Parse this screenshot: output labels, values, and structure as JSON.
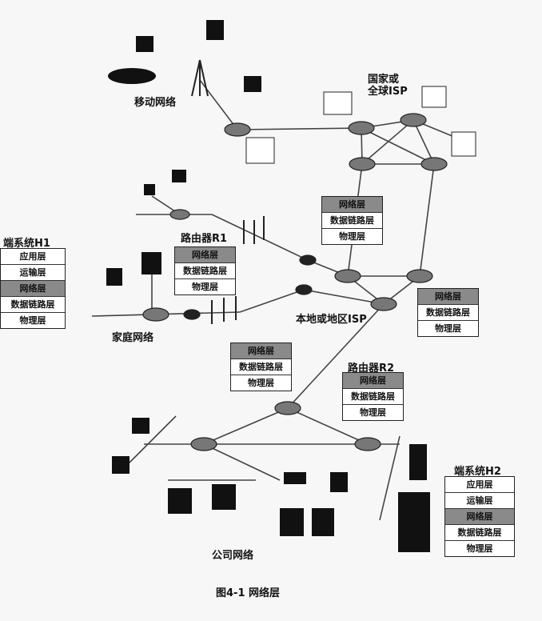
{
  "labels": {
    "mobile": "移动网络",
    "global_isp": "国家或\n全球ISP",
    "local_isp": "本地或地区ISP",
    "home": "家庭网络",
    "corporate": "公司网络",
    "router_r1": "路由器R1",
    "router_r2": "路由器R2",
    "host_h1": "端系统H1",
    "host_h2": "端系统H2"
  },
  "layers": {
    "application": "应用层",
    "transport": "运输层",
    "network": "网络层",
    "datalink": "数据链路层",
    "physical": "物理层"
  },
  "caption": "图4-1  网络层",
  "colors": {
    "network_layer": "#8a8a8a",
    "line": "#444444"
  }
}
